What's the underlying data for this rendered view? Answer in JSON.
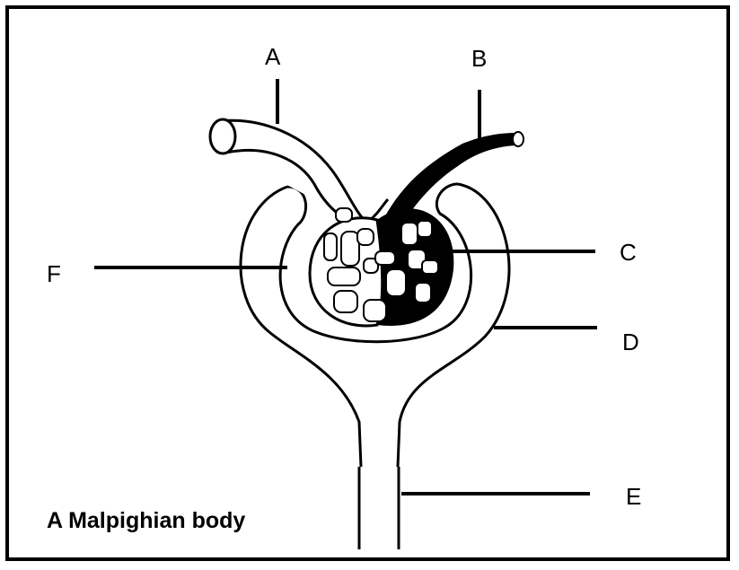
{
  "caption": "A Malpighian body",
  "labels": {
    "a": "A",
    "b": "B",
    "c": "C",
    "d": "D",
    "e": "E",
    "f": "F"
  },
  "colors": {
    "line": "#000000",
    "background": "#ffffff"
  }
}
